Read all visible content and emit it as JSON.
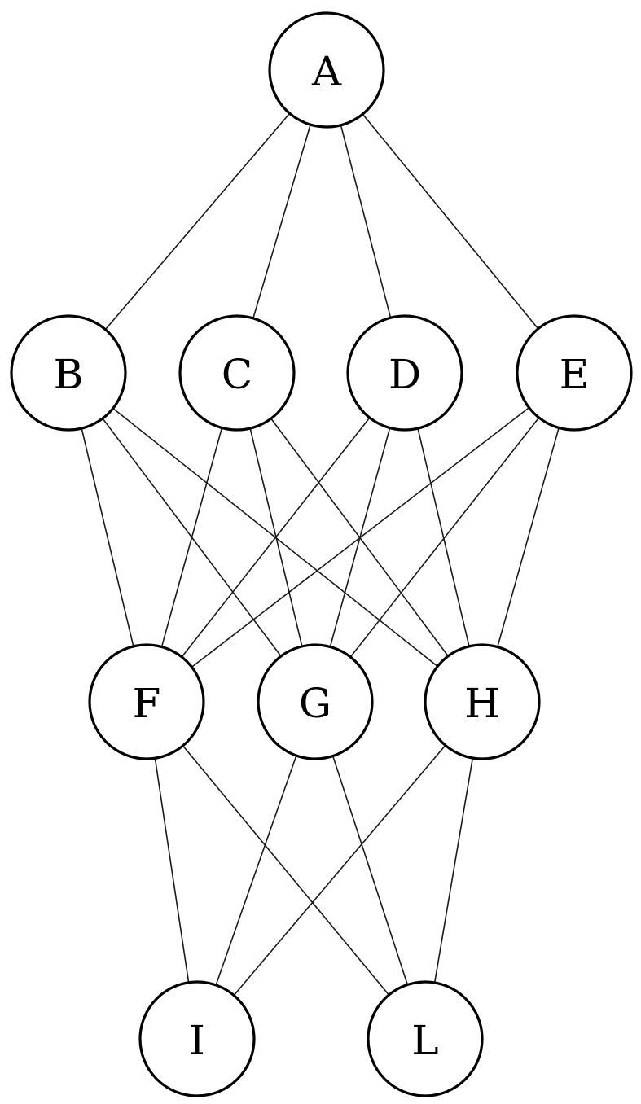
{
  "diagram": {
    "nodes": [
      {
        "id": "A",
        "label": "A"
      },
      {
        "id": "B",
        "label": "B"
      },
      {
        "id": "C",
        "label": "C"
      },
      {
        "id": "D",
        "label": "D"
      },
      {
        "id": "E",
        "label": "E"
      },
      {
        "id": "F",
        "label": "F"
      },
      {
        "id": "G",
        "label": "G"
      },
      {
        "id": "H",
        "label": "H"
      },
      {
        "id": "I",
        "label": "I"
      },
      {
        "id": "L",
        "label": "L"
      }
    ],
    "edges": [
      {
        "from": "A",
        "to": "B"
      },
      {
        "from": "A",
        "to": "C"
      },
      {
        "from": "A",
        "to": "D"
      },
      {
        "from": "A",
        "to": "E"
      },
      {
        "from": "B",
        "to": "F"
      },
      {
        "from": "B",
        "to": "G"
      },
      {
        "from": "B",
        "to": "H"
      },
      {
        "from": "C",
        "to": "F"
      },
      {
        "from": "C",
        "to": "G"
      },
      {
        "from": "C",
        "to": "H"
      },
      {
        "from": "D",
        "to": "F"
      },
      {
        "from": "D",
        "to": "G"
      },
      {
        "from": "D",
        "to": "H"
      },
      {
        "from": "E",
        "to": "F"
      },
      {
        "from": "E",
        "to": "G"
      },
      {
        "from": "E",
        "to": "H"
      },
      {
        "from": "F",
        "to": "I"
      },
      {
        "from": "F",
        "to": "L"
      },
      {
        "from": "G",
        "to": "I"
      },
      {
        "from": "G",
        "to": "L"
      },
      {
        "from": "H",
        "to": "I"
      },
      {
        "from": "H",
        "to": "L"
      }
    ]
  }
}
